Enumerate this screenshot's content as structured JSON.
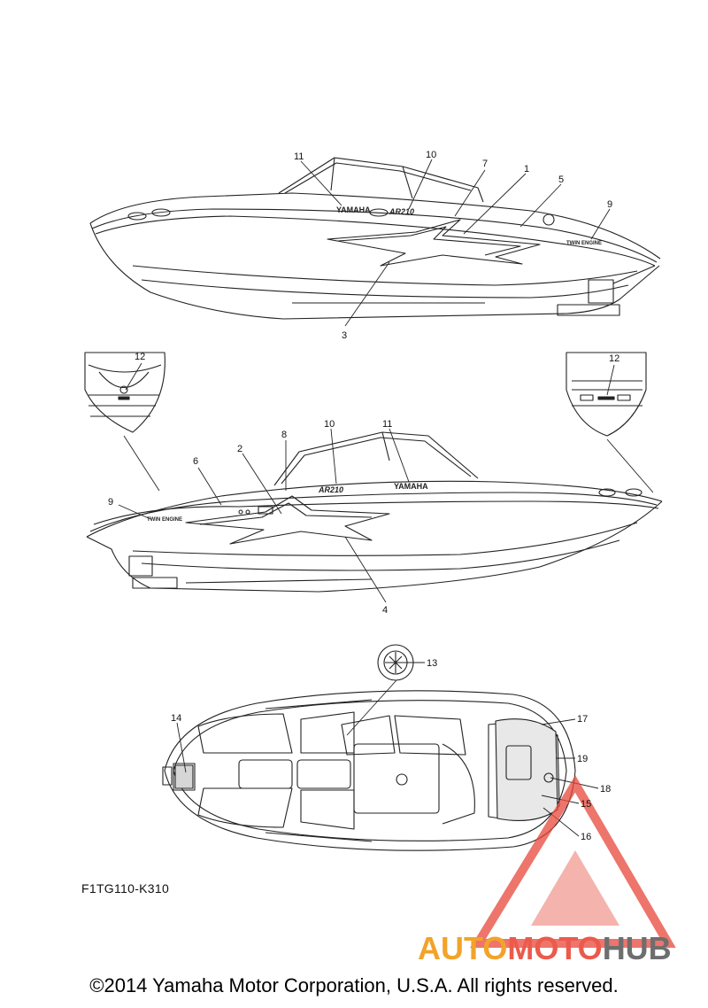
{
  "diagram": {
    "callouts_top": [
      "11",
      "10",
      "7",
      "1",
      "5",
      "9",
      "3"
    ],
    "callouts_mid": [
      "12",
      "12",
      "8",
      "10",
      "11",
      "6",
      "2",
      "9",
      "4"
    ],
    "callouts_bottom": [
      "13",
      "14",
      "17",
      "19",
      "18",
      "15",
      "16"
    ],
    "decal_texts": {
      "yamaha": "YAMAHA",
      "model": "AR210",
      "twin": "TWIN ENGINE"
    }
  },
  "drawing_code": "F1TG110-K310",
  "copyright": "©2014 Yamaha Motor Corporation, U.S.A. All rights reserved.",
  "watermark": {
    "part1": "AUTO",
    "part2": "MOTO",
    "part3": "HUB",
    "colors": {
      "auto": "#f2a32a",
      "moto": "#ec5a4b",
      "hub": "#6e6e6e",
      "triangle": "#e8473a"
    }
  }
}
